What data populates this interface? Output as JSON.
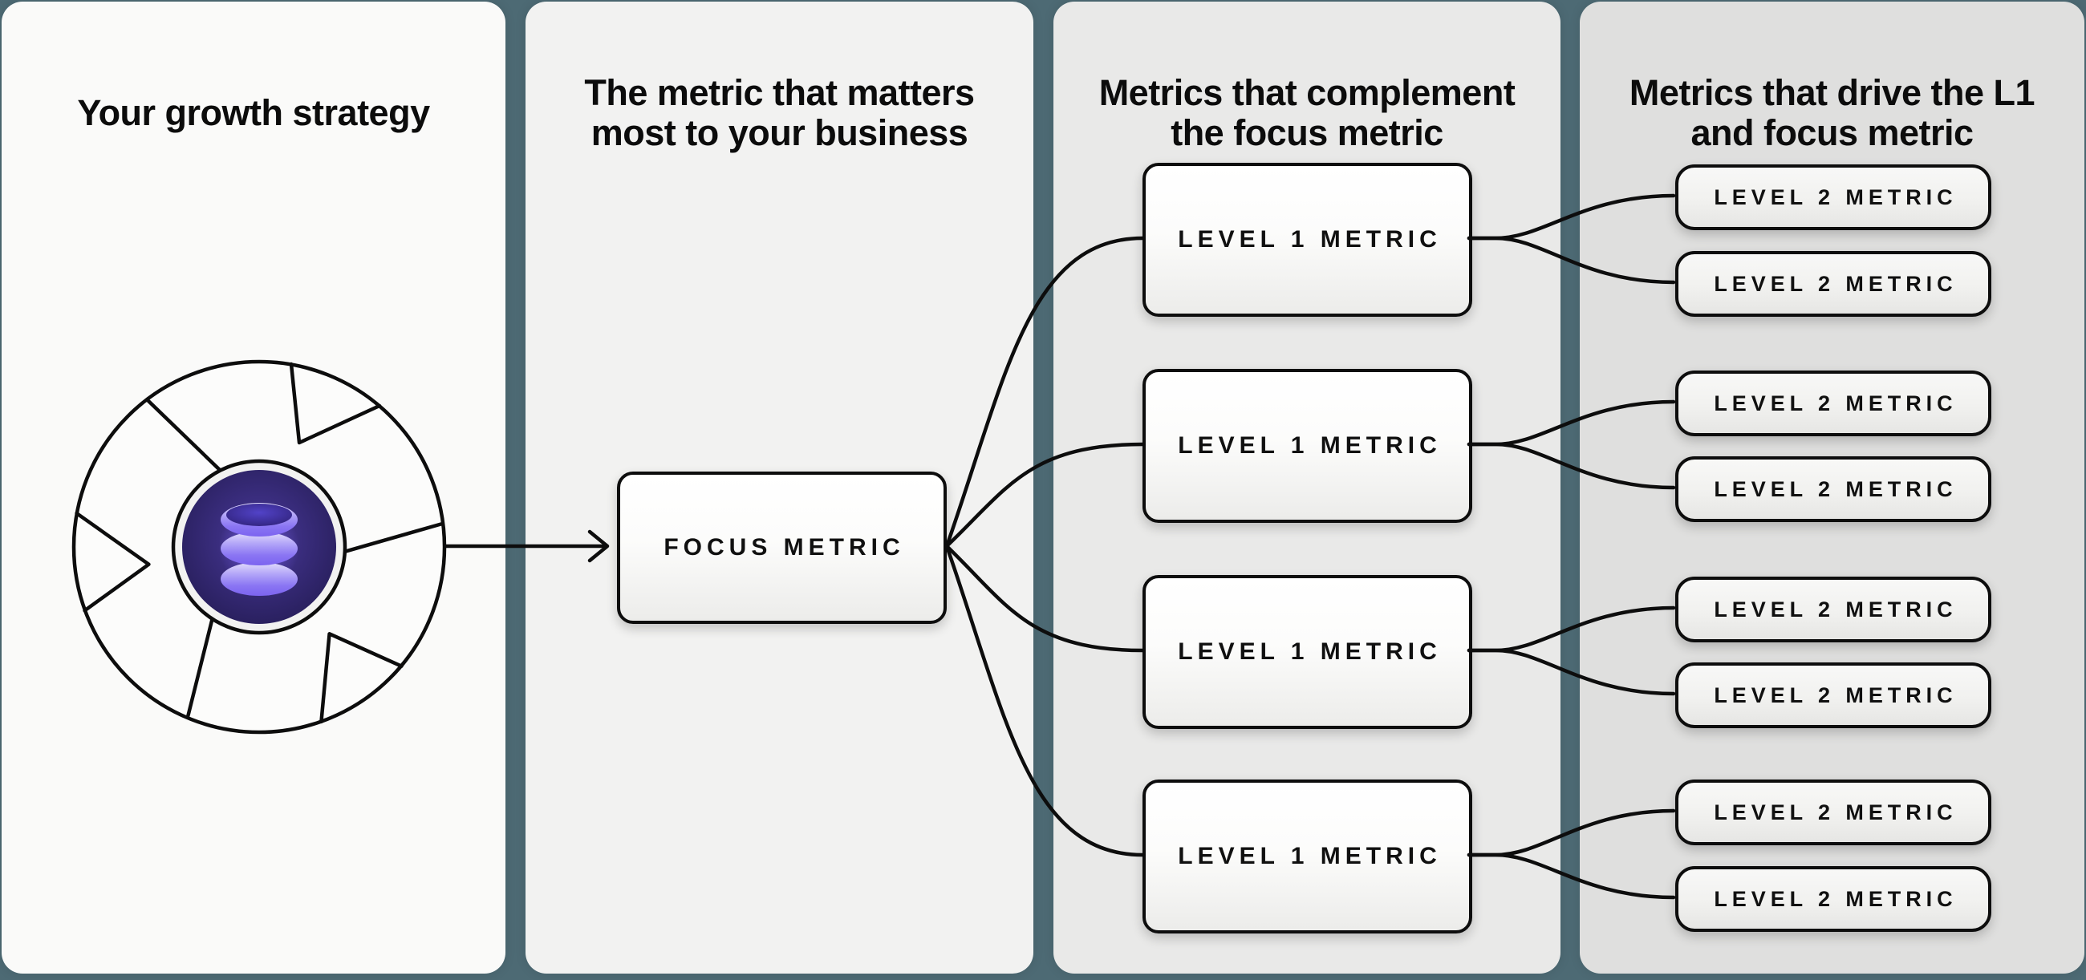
{
  "colors": {
    "page_background": "#4d6a74",
    "column_1_bg": "#fafaf9",
    "column_2_bg": "#f2f2f1",
    "column_3_bg": "#e9e9e8",
    "column_4_bg": "#dfdfde",
    "connector_line": "#0d0d0d",
    "node_border": "#0d0d0d",
    "node_fill_top": "#ffffff",
    "node_fill_bottom": "#ececea",
    "flywheel_core_dark": "#271e5a",
    "flywheel_core_mid": "#3a2d7e",
    "database_purple": "#8a75f3",
    "database_highlight": "#e3defc"
  },
  "columns": [
    {
      "title_line1": "Your growth strategy"
    },
    {
      "title_line1": "The metric that matters",
      "title_line2": "most to your business"
    },
    {
      "title_line1": "Metrics that complement",
      "title_line2": "the focus metric"
    },
    {
      "title_line1": "Metrics that drive the L1",
      "title_line2": "and focus metric"
    }
  ],
  "nodes": {
    "focus": {
      "label": "FOCUS METRIC"
    },
    "level1": [
      {
        "label": "LEVEL 1 METRIC"
      },
      {
        "label": "LEVEL 1 METRIC"
      },
      {
        "label": "LEVEL 1 METRIC"
      },
      {
        "label": "LEVEL 1 METRIC"
      }
    ],
    "level2": [
      {
        "label": "LEVEL 2 METRIC"
      },
      {
        "label": "LEVEL 2 METRIC"
      },
      {
        "label": "LEVEL 2 METRIC"
      },
      {
        "label": "LEVEL 2 METRIC"
      },
      {
        "label": "LEVEL 2 METRIC"
      },
      {
        "label": "LEVEL 2 METRIC"
      },
      {
        "label": "LEVEL 2 METRIC"
      },
      {
        "label": "LEVEL 2 METRIC"
      }
    ]
  },
  "icons": {
    "flywheel": "growth-flywheel-icon",
    "database": "database-icon",
    "arrow": "right-arrow-icon"
  },
  "connections": {
    "strategy_to_focus": true,
    "focus_to_level1": [
      0,
      1,
      2,
      3
    ],
    "level1_to_level2": [
      [
        0,
        1
      ],
      [
        2,
        3
      ],
      [
        4,
        5
      ],
      [
        6,
        7
      ]
    ]
  }
}
